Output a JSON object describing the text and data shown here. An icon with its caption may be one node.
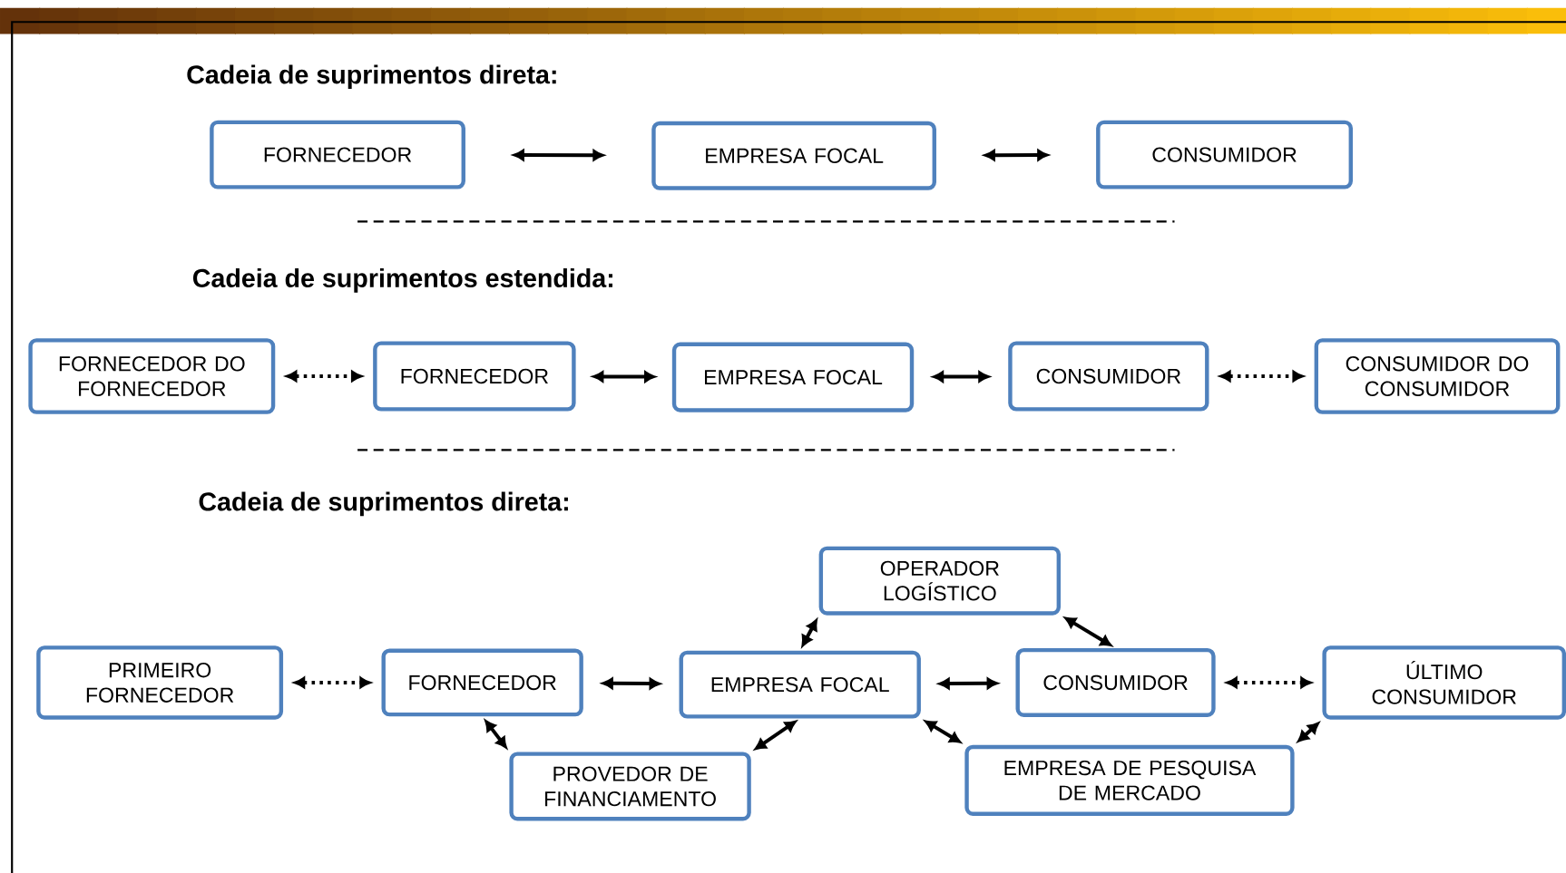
{
  "diagram": {
    "nodes": [
      {
        "text": [
          "FORNECEDOR"
        ]
      },
      {
        "text": [
          "EMPRESA FOCAL"
        ]
      },
      {
        "text": [
          "CONSUMIDOR"
        ]
      },
      {
        "text": [
          "FORNECEDOR DO FORNECEDOR"
        ]
      },
      {
        "text": [
          "FORNECEDOR"
        ]
      },
      {
        "text": [
          "EMPRESA FOCAL"
        ]
      },
      {
        "text": [
          "CONSUMIDOR"
        ]
      },
      {
        "text": [
          "CONSUMIDOR DO CONSUMIDOR"
        ]
      },
      {
        "text": [
          "OPERADOR LOGÍSTICO"
        ]
      },
      {
        "text": [
          "PRIMEIRO FORNECEDOR"
        ]
      },
      {
        "text": [
          "FORNECEDOR"
        ]
      },
      {
        "text": [
          "EMPRESA FOCAL"
        ]
      },
      {
        "text": [
          "CONSUMIDOR"
        ]
      },
      {
        "text": [
          "ÚLTIMO CONSUMIDOR"
        ]
      },
      {
        "text": [
          "PROVEDOR DE FINANCIAMENTO"
        ]
      },
      {
        "text": [
          "EMPRESA DE PESQUISA DE MERCADO"
        ]
      }
    ],
    "edges": [
      {
        "from": 0,
        "to": 1,
        "arrow": "both"
      },
      {
        "from": 1,
        "to": 2,
        "arrow": "both"
      },
      {
        "from": 3,
        "to": 4,
        "arrow": "both",
        "style": "dashed"
      },
      {
        "from": 4,
        "to": 5,
        "arrow": "both"
      },
      {
        "from": 5,
        "to": 6,
        "arrow": "both"
      },
      {
        "from": 6,
        "to": 7,
        "arrow": "both",
        "style": "dashed"
      },
      {
        "from": 9,
        "to": 10,
        "arrow": "both",
        "style": "dashed"
      },
      {
        "from": 10,
        "to": 11,
        "arrow": "both"
      },
      {
        "from": 11,
        "to": 12,
        "arrow": "both"
      },
      {
        "from": 12,
        "to": 13,
        "arrow": "both",
        "style": "dashed"
      },
      {
        "from": 11,
        "to": 8,
        "arrow": "both"
      },
      {
        "from": 8,
        "to": 12,
        "arrow": "both"
      },
      {
        "from": 10,
        "to": 14,
        "arrow": "both"
      },
      {
        "from": 14,
        "to": 11,
        "arrow": "both"
      },
      {
        "from": 11,
        "to": 15,
        "arrow": "both"
      },
      {
        "from": 13,
        "to": 15,
        "arrow": "both"
      }
    ],
    "labels": [
      "Cadeia de suprimentos direta:",
      "Cadeia de suprimentos estendida:",
      "Cadeia de suprimentos direta:"
    ]
  }
}
